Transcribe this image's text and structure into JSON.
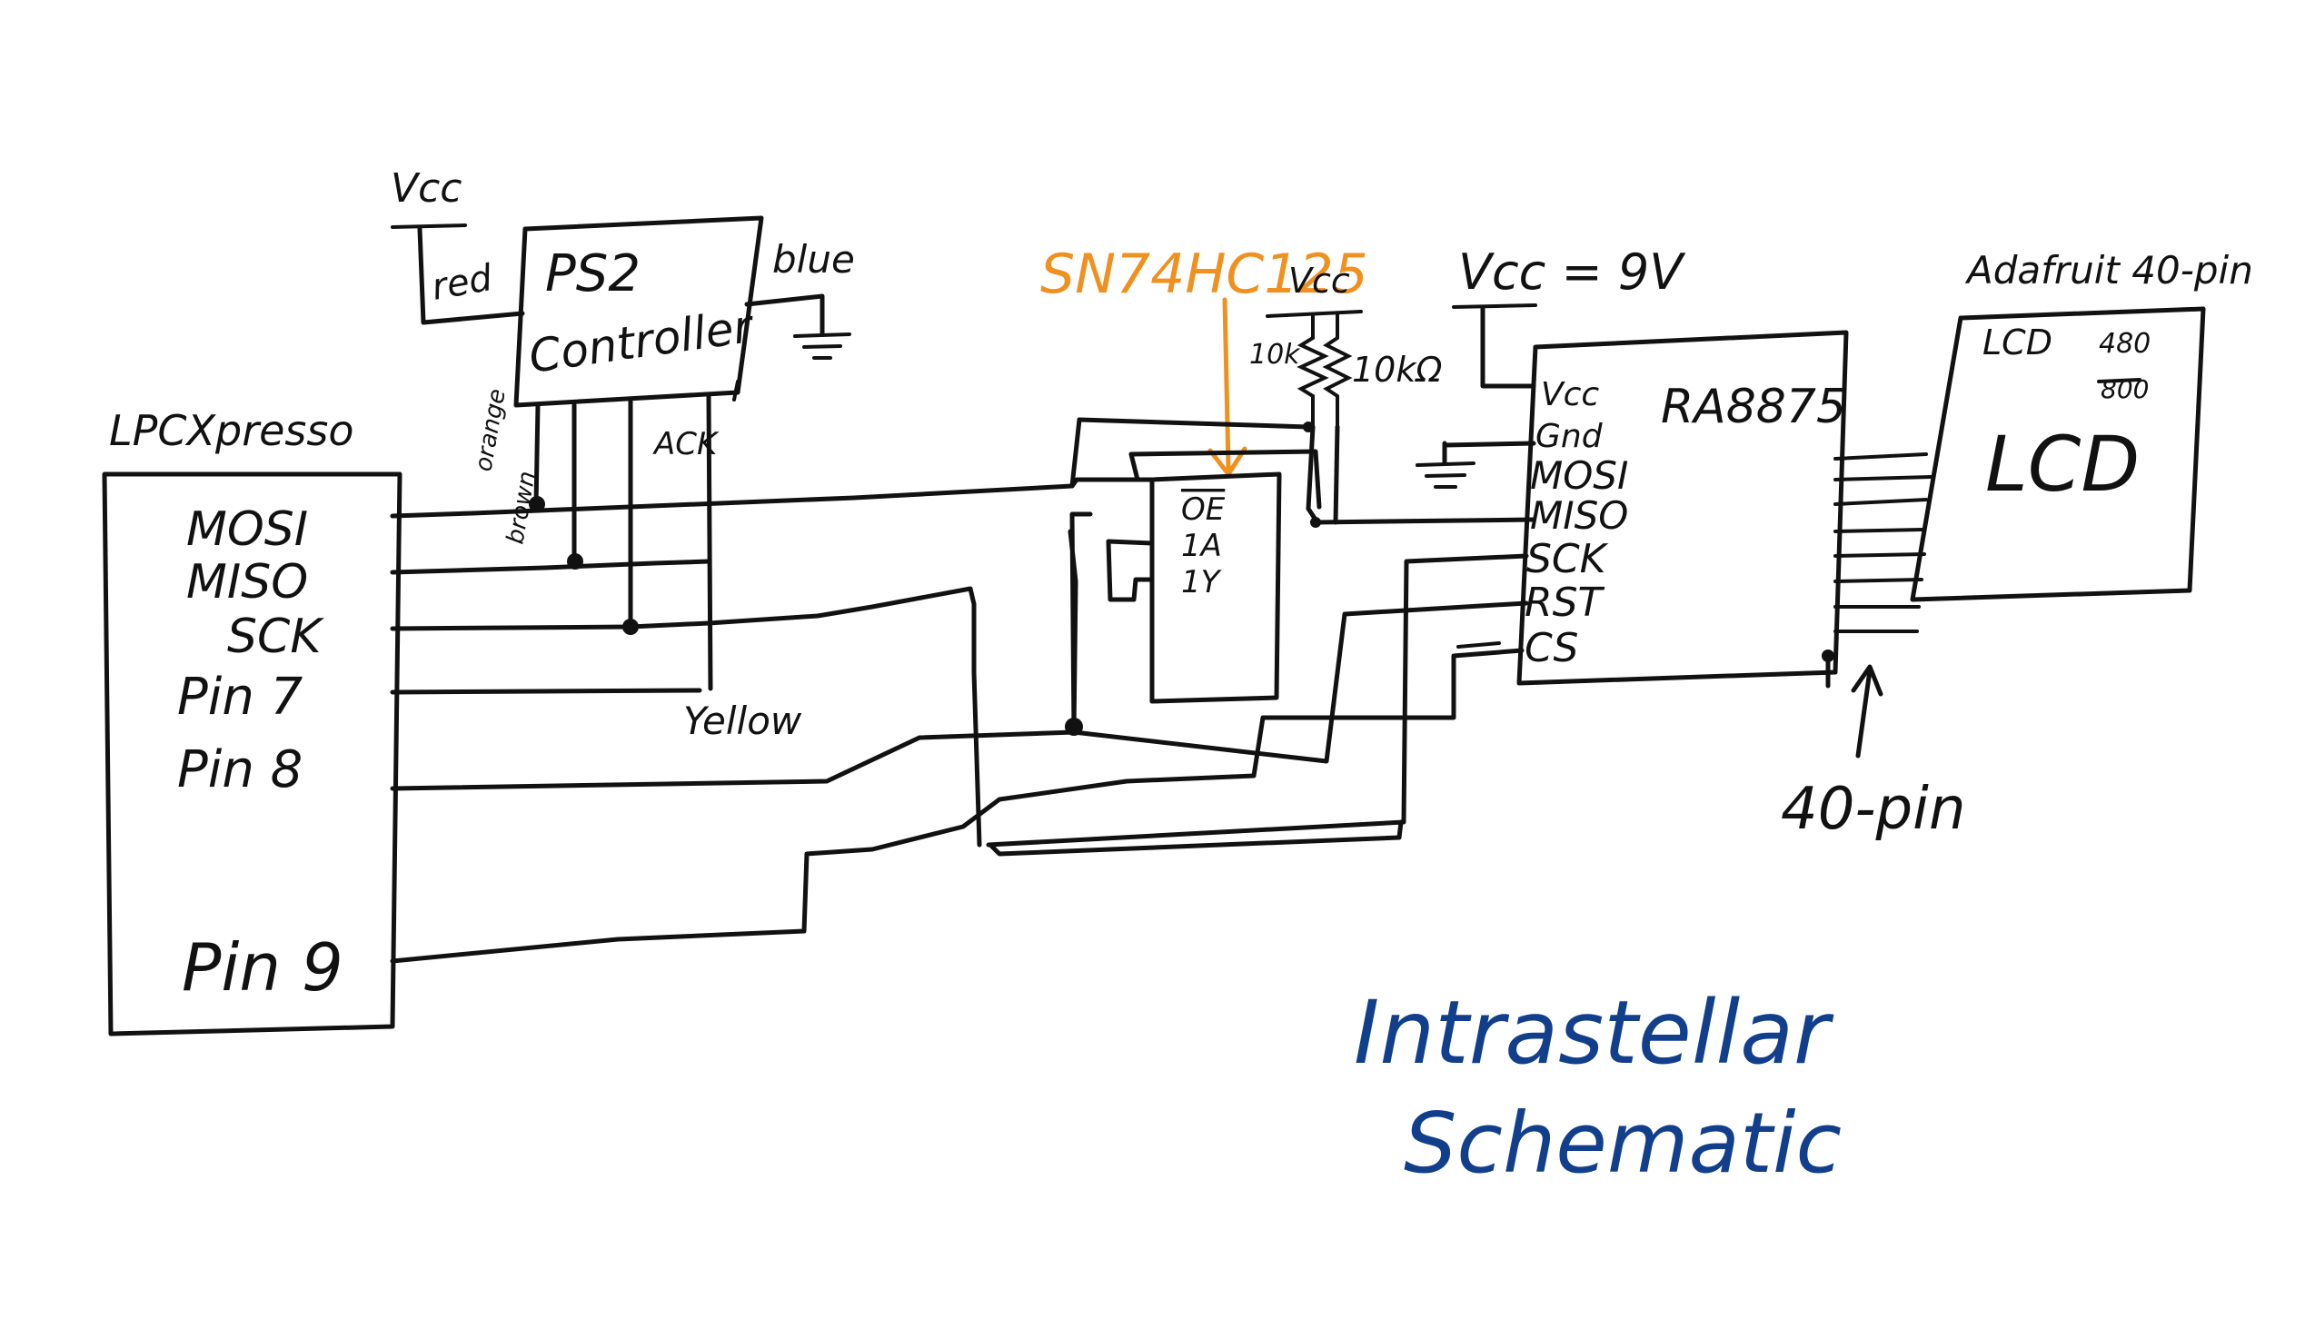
{
  "title": {
    "line1": "Intrastellar",
    "line2": "Schematic"
  },
  "components": {
    "lpcxpresso": {
      "name": "LPCXpresso",
      "pins": [
        "MOSI",
        "MISO",
        "SCK",
        "Pin 7",
        "Pin 8",
        "Pin 9"
      ]
    },
    "ps2": {
      "line1": "PS2",
      "line2": "Controller",
      "vcc": "Vcc",
      "wire_red": "red",
      "wire_blue": "blue",
      "wire_orange": "orange",
      "wire_brown": "brown",
      "wire_ack": "ACK",
      "wire_yellow": "Yellow"
    },
    "buffer": {
      "part": "SN74HC125",
      "pins": [
        "OE",
        "1A",
        "1Y"
      ],
      "vcc": "Vcc",
      "r1": "10k",
      "r2": "10kΩ"
    },
    "ra8875": {
      "name": "RA8875",
      "supply": "Vcc = 9V",
      "pins": [
        "Vcc",
        "Gnd",
        "MOSI",
        "MISO",
        "SCK",
        "RST",
        "CS"
      ],
      "connector": "40-pin"
    },
    "lcd": {
      "header": "Adafruit 40-pin",
      "label": "LCD",
      "size_top": "480",
      "size_bottom": "800",
      "name": "LCD"
    }
  },
  "colors": {
    "ink": "#111111",
    "accent_orange": "#f0901e",
    "title_blue": "#123f8c"
  }
}
